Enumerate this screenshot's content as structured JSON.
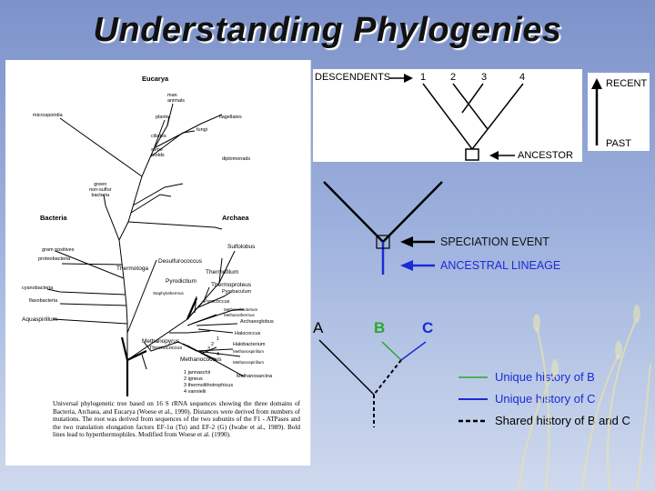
{
  "slide": {
    "title": "Understanding Phylogenies"
  },
  "tree_of_life": {
    "domains": {
      "eucarya": "Eucarya",
      "bacteria": "Bacteria",
      "archaea": "Archaea"
    },
    "labels": {
      "man_animals": "man\nanimals",
      "plants": "plants",
      "flagellates": "flagellates",
      "microsporidia": "microsporidia",
      "fungi": "fungi",
      "ciliates": "ciliates",
      "slime_molds": "slime\nmolds",
      "diplomonads": "diplomonads",
      "green_nonsulfur": "green\nnon-sulfur\nbacteria",
      "gram_positives": "gram positives",
      "proteobacteria": "proteobacteria",
      "thermotoga": "Thermotoga",
      "cyanobacteria": "cyanobacteria",
      "flavobacteria": "flavobacteria",
      "aquaspirillum": "Aquaspirillum",
      "sulfolobus": "Sulfolobus",
      "desulfurococcus": "Desulfurococcus",
      "thermofilum": "Thermofilum",
      "pyrodictium": "Pyrodictium",
      "staphylothermus": "Staphylothermus",
      "thermoproteus": "Thermoproteus",
      "pyrobaculum": "Pyrobaculum",
      "pyrococcus": "Pyrococcus",
      "methanobacterium": "Methanobacterium",
      "methanothermus": "Methanothermus",
      "archaeoglobus": "Archaeoglobus",
      "halococcus": "Halococcus",
      "methanopyrus": "Methanopyrus",
      "thermococcus": "Thermococcus",
      "halobacterium": "Halobacterium",
      "methanospirillum": "Methanospirillum",
      "methanococcus": "Methanococcus",
      "methanosarcina": "Methanosarcina",
      "num1": "1",
      "num2": "2",
      "num3": "3",
      "num4": "4",
      "list1": "1 jannaschii",
      "list2": "2 igneus",
      "list3": "3 thermolithotrophicus",
      "list4": "4 vannielii"
    },
    "caption": "Universal phylogenetic tree based on 16 S rRNA sequences showing the three domains of Bacteria, Archaea, and Eucarya (Woese et al., 1990). Distances were derived from numbers of mutations. The root was derived from sequences of the two subunits of the F1 - ATPases and the two translation elongation factors EF-1α (Tu) and EF-2 (G) (Iwabe et al., 1989). Bold lines lead to hyperthermophiles. Modified from Woese et al. (1990)."
  },
  "diagram_top": {
    "descendents": "DESCENDENTS",
    "tips": [
      "1",
      "2",
      "3",
      "4"
    ],
    "ancestor": "ANCESTOR",
    "recent": "RECENT",
    "past": "PAST"
  },
  "diagram_mid": {
    "speciation": "SPECIATION EVENT",
    "ancestral": "ANCESTRAL LINEAGE"
  },
  "diagram_bottom": {
    "tips": [
      "A",
      "B",
      "C"
    ],
    "legend": [
      "Unique history of B",
      "Unique history of C",
      "Shared history of B and C"
    ]
  },
  "colors": {
    "blue": "#1a2ad6",
    "green": "#2aa82a",
    "black": "#000000"
  }
}
